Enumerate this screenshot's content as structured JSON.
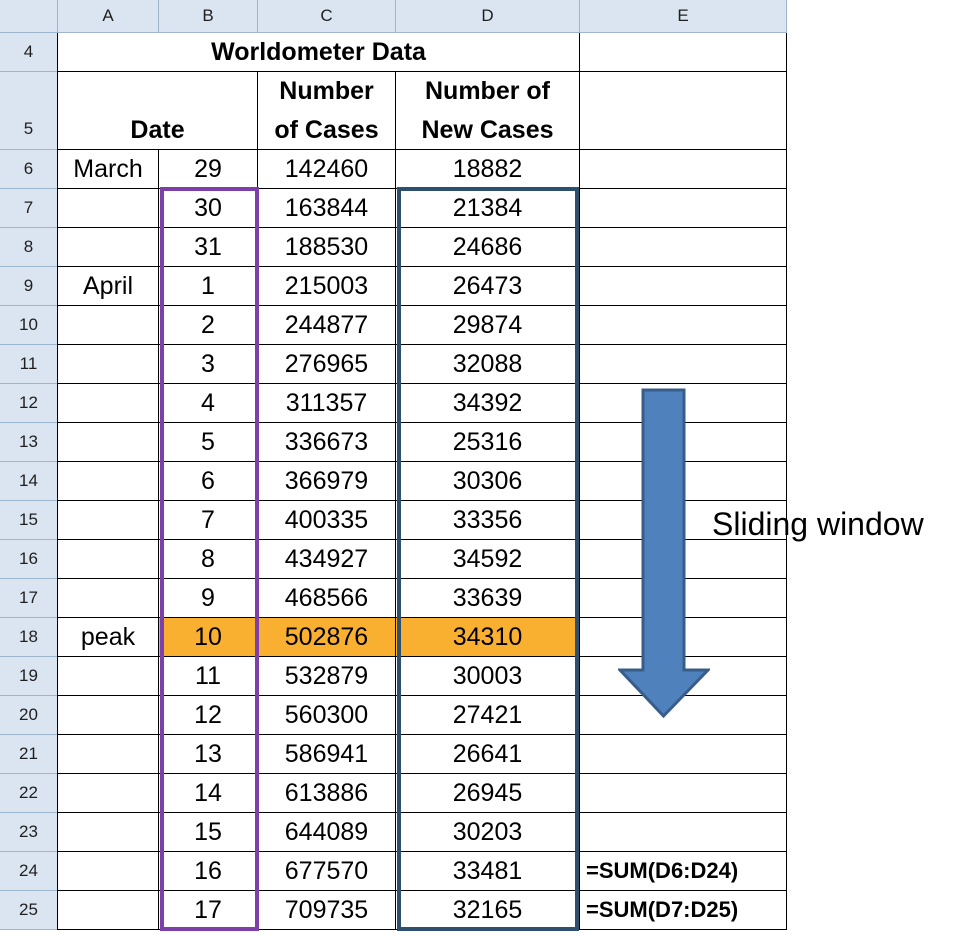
{
  "columns": [
    "A",
    "B",
    "C",
    "D",
    "E"
  ],
  "title": "Worldometer Data",
  "header": {
    "date": "Date",
    "cases_line1": "Number",
    "cases_line2": "of Cases",
    "new_line1": "Number of",
    "new_line2": "New Cases"
  },
  "title_row_number": "4",
  "header_row_number": "5",
  "rows": [
    {
      "row": "6",
      "month": "March",
      "day": "29",
      "cases": "142460",
      "new": "18882",
      "formula": ""
    },
    {
      "row": "7",
      "month": "",
      "day": "30",
      "cases": "163844",
      "new": "21384",
      "formula": ""
    },
    {
      "row": "8",
      "month": "",
      "day": "31",
      "cases": "188530",
      "new": "24686",
      "formula": ""
    },
    {
      "row": "9",
      "month": "April",
      "day": "1",
      "cases": "215003",
      "new": "26473",
      "formula": ""
    },
    {
      "row": "10",
      "month": "",
      "day": "2",
      "cases": "244877",
      "new": "29874",
      "formula": ""
    },
    {
      "row": "11",
      "month": "",
      "day": "3",
      "cases": "276965",
      "new": "32088",
      "formula": ""
    },
    {
      "row": "12",
      "month": "",
      "day": "4",
      "cases": "311357",
      "new": "34392",
      "formula": ""
    },
    {
      "row": "13",
      "month": "",
      "day": "5",
      "cases": "336673",
      "new": "25316",
      "formula": ""
    },
    {
      "row": "14",
      "month": "",
      "day": "6",
      "cases": "366979",
      "new": "30306",
      "formula": ""
    },
    {
      "row": "15",
      "month": "",
      "day": "7",
      "cases": "400335",
      "new": "33356",
      "formula": ""
    },
    {
      "row": "16",
      "month": "",
      "day": "8",
      "cases": "434927",
      "new": "34592",
      "formula": ""
    },
    {
      "row": "17",
      "month": "",
      "day": "9",
      "cases": "468566",
      "new": "33639",
      "formula": ""
    },
    {
      "row": "18",
      "month": "peak",
      "day": "10",
      "cases": "502876",
      "new": "34310",
      "formula": "",
      "highlight": true
    },
    {
      "row": "19",
      "month": "",
      "day": "11",
      "cases": "532879",
      "new": "30003",
      "formula": ""
    },
    {
      "row": "20",
      "month": "",
      "day": "12",
      "cases": "560300",
      "new": "27421",
      "formula": ""
    },
    {
      "row": "21",
      "month": "",
      "day": "13",
      "cases": "586941",
      "new": "26641",
      "formula": ""
    },
    {
      "row": "22",
      "month": "",
      "day": "14",
      "cases": "613886",
      "new": "26945",
      "formula": ""
    },
    {
      "row": "23",
      "month": "",
      "day": "15",
      "cases": "644089",
      "new": "30203",
      "formula": ""
    },
    {
      "row": "24",
      "month": "",
      "day": "16",
      "cases": "677570",
      "new": "33481",
      "formula": "=SUM(D6:D24)"
    },
    {
      "row": "25",
      "month": "",
      "day": "17",
      "cases": "709735",
      "new": "32165",
      "formula": "=SUM(D7:D25)"
    }
  ],
  "annotation": {
    "label": "Sliding window",
    "arrow_icon": "down-arrow-icon",
    "arrow_color": "#4f81bd",
    "window_b_color": "#7d3fa8",
    "window_d_color": "#2f4f6f",
    "highlight_color": "#f9b030"
  }
}
